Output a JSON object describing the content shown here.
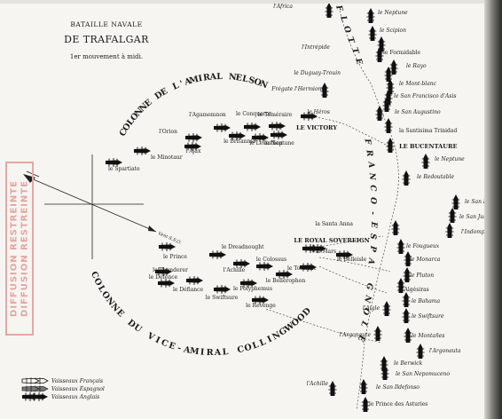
{
  "title": {
    "line1": "BATAILLE NAVALE",
    "line2": "DE TRAFALGAR",
    "line3": "1er mouvement à midi."
  },
  "columns": {
    "nelson": "COLONNE DE L'AMIRAL NELSON",
    "collingwood": "COLONNE DU VICE-AMIRAL COLLINGWOOD",
    "flotte": "FLOTTE FRANCO-ESPAGNOLE"
  },
  "wind_label": "Vent S.S.O.",
  "stamp": {
    "line1": "DIFFUSION RESTREINTE",
    "line2": "DIFFUSION RESTREINTE"
  },
  "legend": [
    {
      "label": "Vaisseaux Français",
      "kind": "fr"
    },
    {
      "label": "Vaisseaux Espagnol",
      "kind": "es"
    },
    {
      "label": "Vaisseaux Anglais",
      "kind": "en"
    }
  ],
  "colors": {
    "ink": "#1a1a1a",
    "paper": "#f6f5f1",
    "stamp": "#e6a3a1"
  },
  "ships": {
    "allied": [
      {
        "name": "l'Africa",
        "style": "i"
      },
      {
        "name": "le Neptune",
        "style": "i"
      },
      {
        "name": "le Scipion",
        "style": "i"
      },
      {
        "name": "l'Intrépide",
        "style": "i"
      },
      {
        "name": "le Formidable",
        "style": "r"
      },
      {
        "name": "le Rayo",
        "style": "i"
      },
      {
        "name": "le Duguay-Trouin",
        "style": "i"
      },
      {
        "name": "le Mont-blanc",
        "style": "i"
      },
      {
        "name": "Frégate l'Hermione",
        "style": "i"
      },
      {
        "name": "le San Francisco d'Asis",
        "style": "i"
      },
      {
        "name": "le San Augustino",
        "style": "i"
      },
      {
        "name": "le Héros",
        "style": "i"
      },
      {
        "name": "la Santisima Trinidad",
        "style": "r"
      },
      {
        "name": "LE BUCENTAURE",
        "style": "b"
      },
      {
        "name": "le Neptune",
        "style": "i"
      },
      {
        "name": "le Redoutable",
        "style": "i"
      },
      {
        "name": "le San Leandro",
        "style": "i"
      },
      {
        "name": "le San Justo",
        "style": "i"
      },
      {
        "name": "l'Indomptable",
        "style": "i"
      },
      {
        "name": "la Santa Anna",
        "style": "r"
      },
      {
        "name": "le Fougueux",
        "style": "i"
      },
      {
        "name": "le Monarca",
        "style": "i"
      },
      {
        "name": "le Pluton",
        "style": "i"
      },
      {
        "name": "l'Algésiras",
        "style": "r"
      },
      {
        "name": "le Bahama",
        "style": "i"
      },
      {
        "name": "l'Aigle",
        "style": "i"
      },
      {
        "name": "le Swiftsure",
        "style": "i"
      },
      {
        "name": "le Montañes",
        "style": "i"
      },
      {
        "name": "l'Argonaute",
        "style": "i"
      },
      {
        "name": "l'Argonauta",
        "style": "i"
      },
      {
        "name": "le Berwick",
        "style": "i"
      },
      {
        "name": "le San Nepomuceno",
        "style": "i"
      },
      {
        "name": "le San Ildefonso",
        "style": "i"
      },
      {
        "name": "l'Achille",
        "style": "i"
      },
      {
        "name": "le Prince des Asturies",
        "style": "r"
      }
    ],
    "nelson": [
      {
        "name": "le Téméraire",
        "style": "r"
      },
      {
        "name": "le Conqueror",
        "style": "r"
      },
      {
        "name": "LE VICTORY",
        "style": "b"
      },
      {
        "name": "l'Agamemnon",
        "style": "r"
      },
      {
        "name": "le Britannia",
        "style": "r"
      },
      {
        "name": "le Neptune",
        "style": "r"
      },
      {
        "name": "l'Orion",
        "style": "r"
      },
      {
        "name": "l'Ajax",
        "style": "r"
      },
      {
        "name": "le Leviathan",
        "style": "r"
      },
      {
        "name": "le Minotaur",
        "style": "r"
      },
      {
        "name": "le Spartiate",
        "style": "r"
      }
    ],
    "collingwood": [
      {
        "name": "LE ROYAL SOVEREIGN",
        "style": "b"
      },
      {
        "name": "le Prince",
        "style": "r"
      },
      {
        "name": "le Dreadnought",
        "style": "r"
      },
      {
        "name": "le Mars",
        "style": "r"
      },
      {
        "name": "le Belleisle",
        "style": "r"
      },
      {
        "name": "l'Achille",
        "style": "r"
      },
      {
        "name": "le Colossus",
        "style": "r"
      },
      {
        "name": "le Tonnant",
        "style": "r"
      },
      {
        "name": "le Thunderer",
        "style": "r"
      },
      {
        "name": "le Bellerophon",
        "style": "r"
      },
      {
        "name": "le Défiance",
        "style": "r"
      },
      {
        "name": "le Polyphemus",
        "style": "r"
      },
      {
        "name": "le Défence",
        "style": "r"
      },
      {
        "name": "le Swiftsure",
        "style": "r"
      },
      {
        "name": "le Revenge",
        "style": "r"
      }
    ]
  }
}
